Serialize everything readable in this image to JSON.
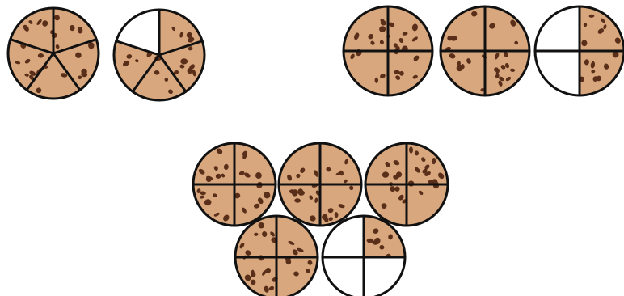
{
  "colors": {
    "cookie": "#d9a77e",
    "chip": "#5a2f1a",
    "outline": "#111111",
    "empty": "#ffffff"
  },
  "groups": [
    {
      "name": "fifths-group",
      "cookies": [
        {
          "parts": 5,
          "filled": 5
        },
        {
          "parts": 5,
          "filled": 4
        }
      ]
    },
    {
      "name": "quarters-group-top",
      "cookies": [
        {
          "parts": 4,
          "filled": 4
        },
        {
          "parts": 4,
          "filled": 4
        },
        {
          "parts": 4,
          "filled": 2
        }
      ]
    },
    {
      "name": "quarters-group-bottom",
      "cookies": [
        {
          "parts": 4,
          "filled": 4
        },
        {
          "parts": 4,
          "filled": 4
        },
        {
          "parts": 4,
          "filled": 4
        },
        {
          "parts": 4,
          "filled": 4
        },
        {
          "parts": 4,
          "filled": 1
        }
      ]
    }
  ]
}
